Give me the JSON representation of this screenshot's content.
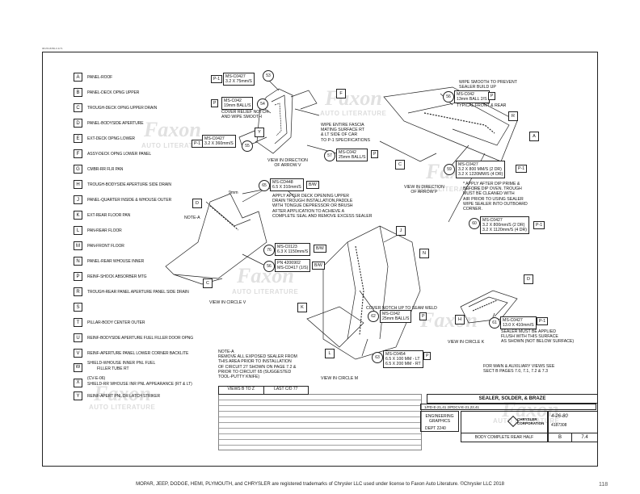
{
  "scan_id": "98-PR-8350-0 4/71",
  "legend": [
    {
      "key": "A",
      "text": "PANEL-ROOF"
    },
    {
      "key": "B",
      "text": "PANEL-DECK OPNG UPPER"
    },
    {
      "key": "C",
      "text": "TROUGH-DECK OPNG UPPER DRAIN"
    },
    {
      "key": "D",
      "text": "PANEL-BODYSIDE APERTURE"
    },
    {
      "key": "E",
      "text": "EXT-DECK OPNG LOWER"
    },
    {
      "key": "F",
      "text": "ASSY-DECK OPNG LOWER PANEL"
    },
    {
      "key": "G",
      "text": "CMBR-RR FLR PAN"
    },
    {
      "key": "H",
      "text": "TROUGH-BODYSIDE APERTURE SIDE DRAIN"
    },
    {
      "key": "J",
      "text": "PANEL-QUARTER INSIDE & WHOUSE OUTER"
    },
    {
      "key": "K",
      "text": "EXT-REAR FLOOR PAN"
    },
    {
      "key": "L",
      "text": "PAN-REAR FLOOR"
    },
    {
      "key": "M",
      "text": "PAN-FRONT FLOOR"
    },
    {
      "key": "N",
      "text": "PANEL-REAR WHOUSE INNER"
    },
    {
      "key": "P",
      "text": "REINF-SHOCK ABSORBER MTG"
    },
    {
      "key": "R",
      "text": "TROUGH-REAR PANEL APERTURE PANEL SIDE DRAIN"
    },
    {
      "key": "S",
      "text": ""
    },
    {
      "key": "T",
      "text": "PILLAR-BODY CENTER OUTER"
    },
    {
      "key": "U",
      "text": "REINF-BODYSIDE APERTURE FUEL FILLER DOOR OPNG"
    },
    {
      "key": "V",
      "text": "REINF-APERTURE PANEL LOWER CORNER BACKLITE"
    },
    {
      "key": "W",
      "text": "SHIELD-WHOUSE INNER PNL FUEL",
      "text2": "FILLER TUBE RT"
    },
    {
      "key": "X",
      "text": "(CV-E-06)",
      "text2": "SHIELD-RR WHOUSE INR PNL APPEARANCE (RT & LT)"
    },
    {
      "key": "Y",
      "text": "REINF-APERT PNL DR LATCH STRIKER"
    }
  ],
  "specs": {
    "s53": {
      "ms": "MS-C0427",
      "dim": "3.2 X 75mm/S",
      "circle": "53",
      "box": "P-1"
    },
    "s54": {
      "ms": "MS-C042",
      "dim": "19mm BALL/S",
      "circle": "54",
      "box": "P",
      "extra": "COVER RELIEF NOTCH\nAND WIPE SMOOTH"
    },
    "s55": {
      "ms": "MS-C0427",
      "dim": "3.2 X 360mm/S",
      "circle": "55",
      "box": "P-1"
    },
    "s56": {
      "ms": "MS-C042",
      "dim": "13mm BALL 2/S",
      "circle": "56",
      "box": "P"
    },
    "s57": {
      "ms": "MS-C042",
      "dim": "25mm BALL/S",
      "circle": "57",
      "box": "P"
    },
    "s59": {
      "ms": "MS-C0427",
      "dim": "3.2 X 800 MM/S (2 DR)\n3.2 X 1220MM/S (4 DR)",
      "circle": "59",
      "box": "P-1"
    },
    "s60": {
      "ms": "MS-C0427",
      "dim": "3.2 X 800mm/S (2 DR)\n3.2 X 1120mm/S (4 DR)",
      "circle": "60",
      "box": "P-1"
    },
    "s61": {
      "ms": "MS-C0427",
      "dim": "13.0 X 410mm/S",
      "circle": "61",
      "box": "P-1"
    },
    "s62": {
      "ms": "MS-C042",
      "dim": "25mm BALL/S",
      "circle": "62",
      "box": "P"
    },
    "s63": {
      "ms": "MS-C0454",
      "dim": "6.5 X 100 MM - LT\n6.5 X 200 MM - RT",
      "circle": "63",
      "box": "P"
    },
    "s65": {
      "ms": "MS-CD448",
      "dim": "6.5 X 310mm/S",
      "circle": "65",
      "box": "B/W"
    },
    "s76": {
      "ms": "MS-C0123",
      "dim": "6.3 X 1150mm/S",
      "circle": "76",
      "box": "B/W"
    },
    "s56b": {
      "ms": "PN 4206902",
      "dim": "MS-CD417 (1/S)",
      "circle": "56",
      "box": "B/W"
    }
  },
  "notes": {
    "wipe_fascia": "WIPE ENTIRE FASCIA\nMATING SURFACE RT\n& LT SIDE OF CAR\nTO P-1 SPECIFICATIONS",
    "wipe_smooth": "WIPE SMOOTH TO PREVENT\nSEALER BUILD UP",
    "typical": "TYPICAL FRONT & REAR",
    "view_v": "VIEW IN DIRECTION\nOF ARROW V",
    "view_p": "VIEW IN DIRECTION\nOF ARROW P",
    "apply_after": "APPLY AFTER DECK OPENING UPPER\nDRAIN TROUGH INSTALLATION,PADDLE\nWITH TONGUE DEPRESSOR OR BRUSH\nAFTER APPLICATION TO ACHIEVE A\nCOMPLETE SEAL AND REMOVE EXCESS SEALER",
    "dip": "* APPLY AFTER DIP PRIME &\nBEFORE DIP OVEN. TROUGH\nMUST BE CLEANED WITH\nAIR PRIOR TO USING SEALER\nWIPE SEALER INTO OUTBOARD\nCORNER.",
    "note_a": "NOTE-A",
    "nine_mm": "9mm",
    "view_circle_v": "VIEW IN CIRCLE V",
    "view_circle_m": "VIEW IN CIRCLE M",
    "view_circle_k": "VIEW IN CIRCLE K",
    "cover_notch": "COVER NOTCH UP TO SEAM WELD",
    "flush": "SEALER MUST BE APPLIED\nFLUSH WITH THIS SURFACE\nAS SHOWN (NOT BELOW SURFACE)",
    "note_a_body": "NOTE-A\nREMOVE ALL EXPOSED SEALER FROM\nTHIS AREA PRIOR TO INSTALLATION\nOF CIRCUIT 27 SHOWN ON PAGE 7.2 &\nPRIOR TO CIRCUIT 65 (SUGGESTED\nTOOL-PUTTY KNIFE)",
    "aux": "FOR MAIN & AUXILIARY VIEWS SEE\nSECT B PAGES 7.0, 7.1, 7.2 & 7.3"
  },
  "title_block": {
    "title": "SEALER, SOLDER, & BRAZE",
    "models": "1/PD-E-21,41   2/PDCV-E-21,22,41",
    "dept_label": "ENGINEERING\nGRAPHICS",
    "dept": "DEPT 2240",
    "company": "CHRYSLER\nCORPORATION",
    "subtitle": "BODY COMPLETE REAR HALF",
    "drawing_no": "4187308",
    "section": "B",
    "page": "7.4",
    "date": "4-26-80",
    "views": "VIEWS B TO Z",
    "last": "LAST C/D 77"
  },
  "footer": "MOPAR, JEEP, DODGE, HEMI, PLYMOUTH, and CHRYSLER are registered trademarks of Chrysler LLC used under license to Faxon Auto Literature. ©Chrysler LLC 2018",
  "page_number": "118",
  "watermark": {
    "brand": "Faxon",
    "sub": "AUTO LITERATURE"
  }
}
